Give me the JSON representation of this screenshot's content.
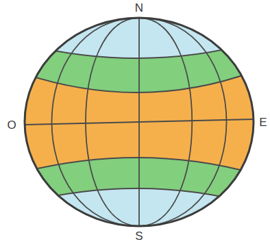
{
  "diagram": {
    "labels": [
      "N",
      "O",
      "E",
      "S"
    ]
  }
}
